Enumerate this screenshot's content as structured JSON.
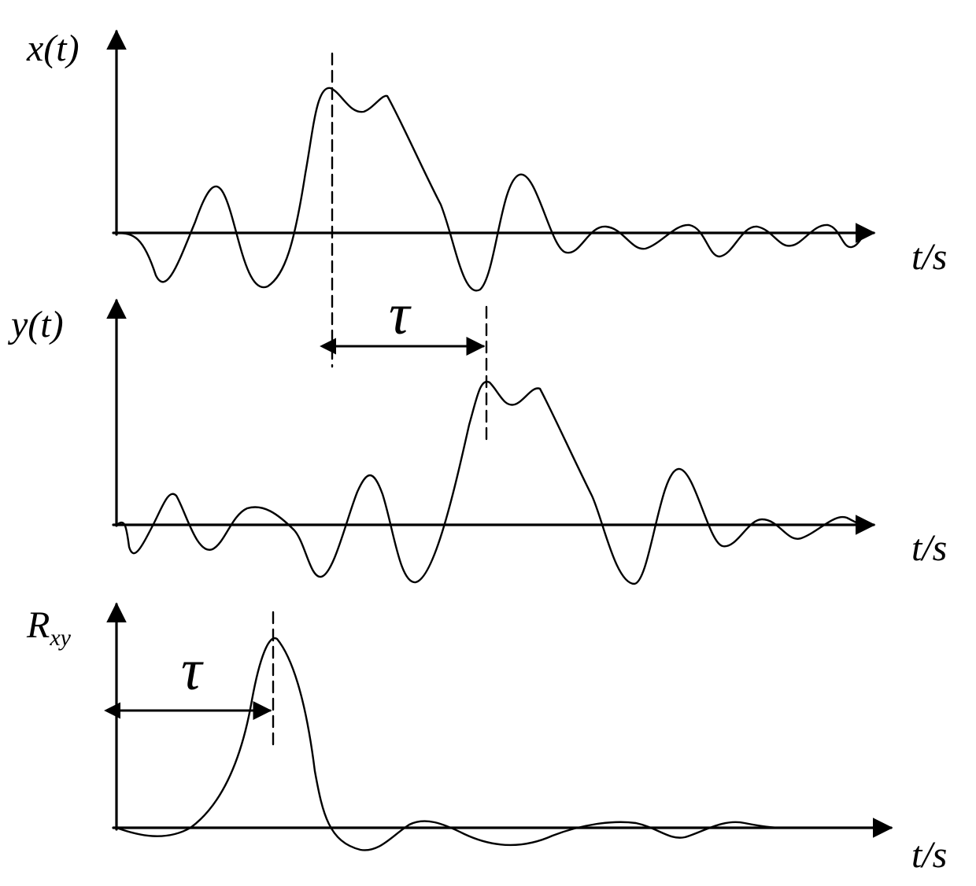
{
  "diagram": {
    "panels": [
      {
        "label": "x(t)",
        "x_axis_label": "t/s"
      },
      {
        "label": "y(t)",
        "x_axis_label": "t/s"
      },
      {
        "label_main": "R",
        "label_sub": "xy",
        "x_axis_label": "t/s"
      }
    ],
    "delay_label": "τ",
    "stroke_color": "#000000",
    "background_color": "#ffffff"
  }
}
